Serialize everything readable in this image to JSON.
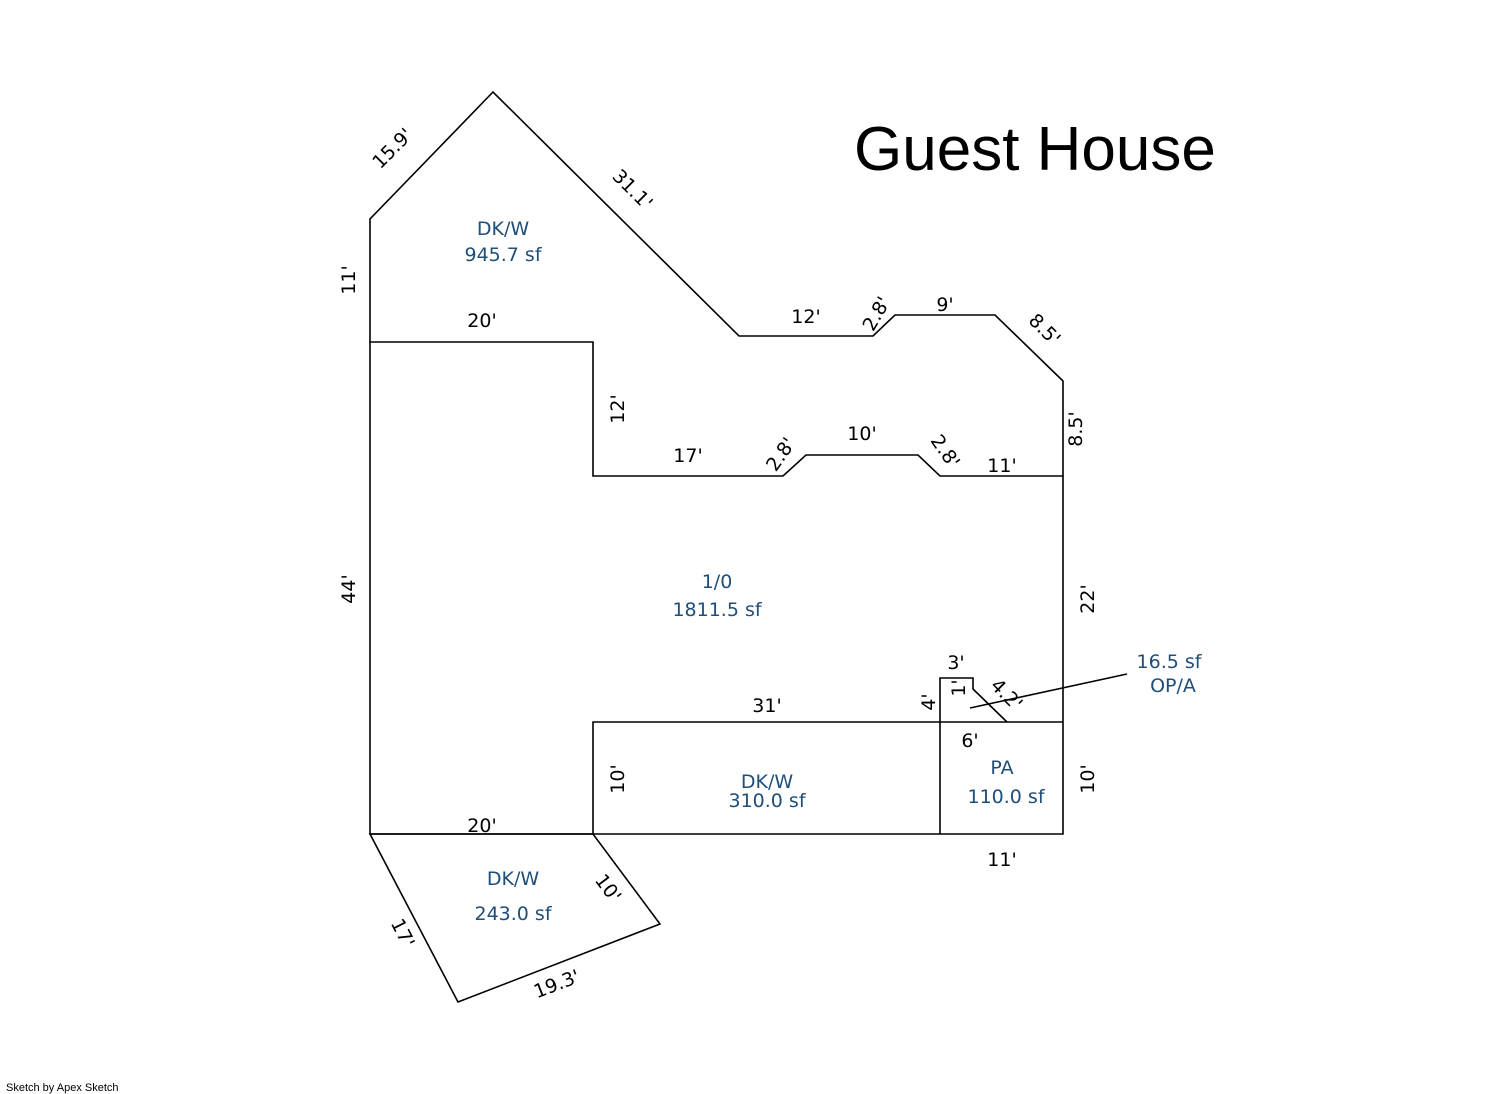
{
  "title": "Guest House",
  "footer": "Sketch by Apex Sketch",
  "colors": {
    "lines": "#000000",
    "area_labels": "#1f4e79",
    "background": "#ffffff"
  },
  "areas": {
    "dk_w_top": {
      "code": "DK/W",
      "area": "945.7 sf"
    },
    "main": {
      "code": "1/0",
      "area": "1811.5 sf"
    },
    "dk_w_bottom": {
      "code": "DK/W",
      "area": "310.0 sf"
    },
    "pa": {
      "code": "PA",
      "area": "110.0 sf"
    },
    "dk_w_lower": {
      "code": "DK/W",
      "area": "243.0 sf"
    },
    "op_a": {
      "area": "16.5 sf",
      "code": "OP/A"
    }
  },
  "dimensions": {
    "top_left_diag": "15.9'",
    "top_right_diag": "31.1'",
    "top_left_side": "11'",
    "top_inner_width": "20'",
    "upper_right_12": "12'",
    "upper_right_2_8": "2.8'",
    "upper_right_9": "9'",
    "upper_right_8_5_diag": "8.5'",
    "right_8_5": "8.5'",
    "inner_12": "12'",
    "inner_17": "17'",
    "inner_2_8_a": "2.8'",
    "inner_10": "10'",
    "inner_2_8_b": "2.8'",
    "inner_11": "11'",
    "left_44": "44'",
    "right_22": "22'",
    "bump_3": "3'",
    "bump_1": "1'",
    "bump_4": "4'",
    "bump_4_2": "4.2'",
    "mid_31": "31'",
    "pa_6": "6'",
    "mid_10_left": "10'",
    "right_10": "10'",
    "bottom_20": "20'",
    "bottom_11": "11'",
    "lower_10": "10'",
    "lower_17": "17'",
    "lower_19_3": "19.3'"
  }
}
